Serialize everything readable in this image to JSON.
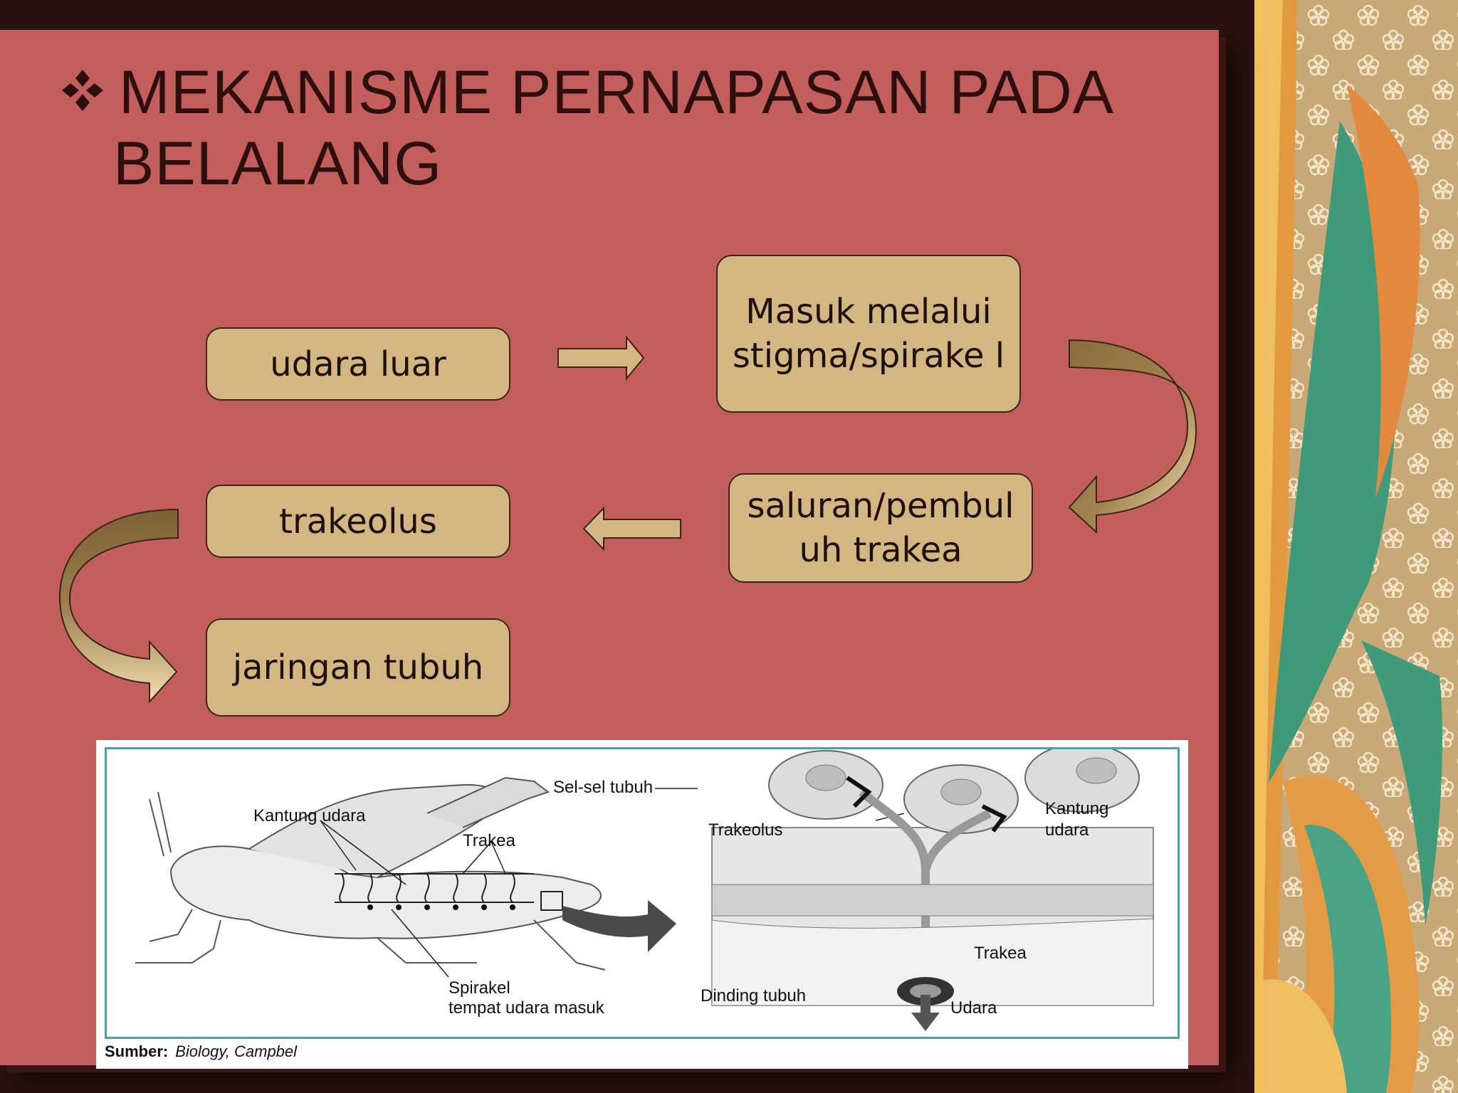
{
  "title": {
    "line1": "MEKANISME PERNAPASAN PADA",
    "line2": "BELALANG"
  },
  "flow": {
    "udara_luar": "udara luar",
    "masuk_melalui": "Masuk melalui stigma/spirake l",
    "saluran": "saluran/pembul uh trakea",
    "trakeolus": "trakeolus",
    "jaringan": "jaringan tubuh"
  },
  "figure": {
    "kantung_udara_left": "Kantung udara",
    "trakea_left": "Trakea",
    "spirakel_line1": "Spirakel",
    "spirakel_line2": "tempat udara masuk",
    "sel_sel_tubuh": "Sel-sel tubuh",
    "trakeolus": "Trakeolus",
    "kantung_udara_right_1": "Kantung",
    "kantung_udara_right_2": "udara",
    "trakea_right": "Trakea",
    "dinding_tubuh": "Dinding tubuh",
    "udara": "Udara",
    "source_label": "Sumber:",
    "source_value": "Biology, Campbel"
  },
  "colors": {
    "panel": "#c25f5c",
    "box": "#d4b683",
    "title_text": "#2e0f0d",
    "figure_border": "#4a9fb0"
  }
}
